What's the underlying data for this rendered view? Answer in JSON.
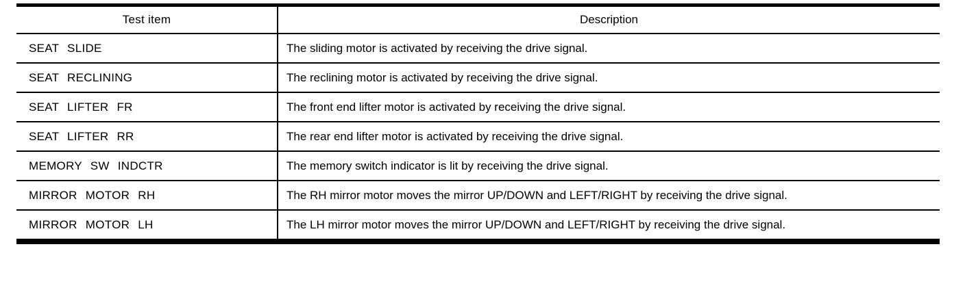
{
  "table": {
    "columns": {
      "test_item_header": "Test item",
      "description_header": "Description"
    },
    "rows": [
      {
        "test_item": "SEAT SLIDE",
        "description": "The sliding motor is activated by receiving the drive signal."
      },
      {
        "test_item": "SEAT RECLINING",
        "description": "The reclining motor is activated by receiving the drive signal."
      },
      {
        "test_item": "SEAT LIFTER FR",
        "description": "The front end lifter motor is activated by receiving the drive signal."
      },
      {
        "test_item": "SEAT LIFTER RR",
        "description": "The rear end lifter motor is activated by receiving the drive signal."
      },
      {
        "test_item": "MEMORY SW INDCTR",
        "description": "The memory switch indicator is lit by receiving the drive signal."
      },
      {
        "test_item": "MIRROR MOTOR RH",
        "description": "The RH mirror motor moves the mirror UP/DOWN and LEFT/RIGHT by receiving the drive signal."
      },
      {
        "test_item": "MIRROR MOTOR LH",
        "description": "The LH mirror motor moves the mirror UP/DOWN and LEFT/RIGHT by receiving the drive signal."
      }
    ],
    "colors": {
      "border": "#000000",
      "text": "#000000",
      "background": "#ffffff"
    }
  }
}
